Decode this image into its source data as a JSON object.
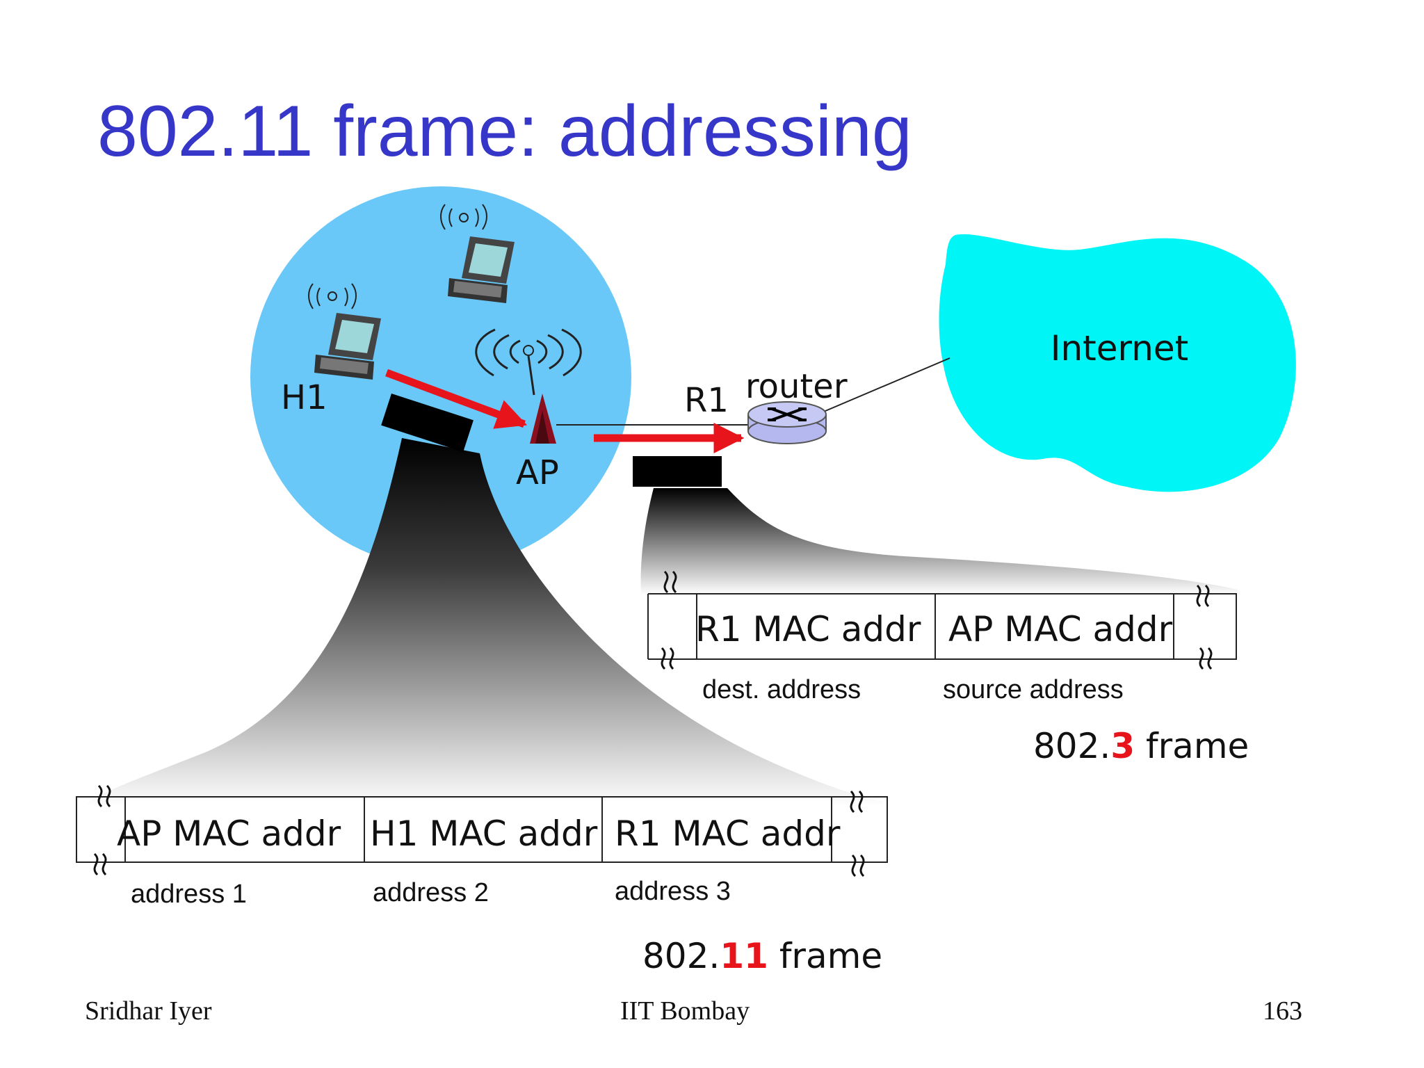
{
  "slide": {
    "title": "802.11 frame: addressing",
    "footer_left": "Sridhar Iyer",
    "footer_center": "IIT Bombay",
    "footer_right": "163"
  },
  "diagram": {
    "nodes": {
      "h1_label": "H1",
      "ap_label": "AP",
      "r1_label": "R1",
      "router_label": "router",
      "internet_label": "Internet"
    },
    "frame_80211": {
      "fields": [
        "AP MAC addr",
        "H1 MAC addr",
        "R1 MAC addr"
      ],
      "captions": [
        "address 1",
        "address 2",
        "address 3"
      ],
      "label_prefix": "802.",
      "label_highlight": "11",
      "label_suffix": " frame"
    },
    "frame_8023": {
      "fields": [
        "R1 MAC addr",
        "AP MAC addr"
      ],
      "captions": [
        "dest. address",
        "source address"
      ],
      "label_prefix": "802.",
      "label_highlight": "3",
      "label_suffix": " frame"
    },
    "colors": {
      "title": "#3636c8",
      "bss_circle": "#69c8f7",
      "internet_cloud": "#00f6f6",
      "arrow": "#e8141c",
      "highlight": "#e8141c",
      "router": "#b4b8ee",
      "ap_tower": "#8a1020"
    }
  }
}
